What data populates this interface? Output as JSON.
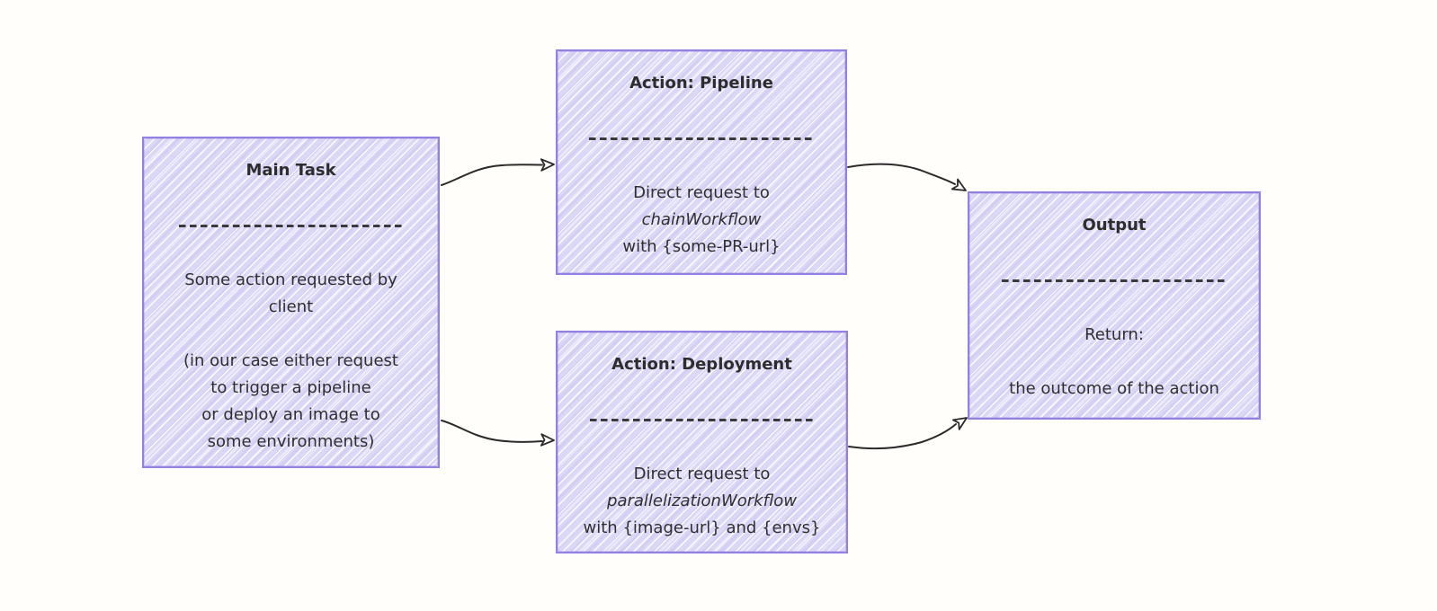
{
  "diagram": {
    "background": "#fffefb",
    "node_fill": "#dbd7f6",
    "node_border": "#9480e2",
    "text_color": "#2f2f2f",
    "arrow_color": "#2b2b2b"
  },
  "nodes": {
    "main_task": {
      "title": "Main Task",
      "lines": [
        "Some action requested by",
        "client",
        "",
        "(in our case either request",
        "to trigger a pipeline",
        "or deploy an image to",
        "some environments)"
      ]
    },
    "action_pipeline": {
      "title": "Action: Pipeline",
      "lines": [
        "Direct request to",
        "chainWorkflow",
        "with {some-PR-url}"
      ]
    },
    "action_deployment": {
      "title": "Action: Deployment",
      "lines": [
        "Direct request to",
        "parallelizationWorkflow",
        "with {image-url} and {envs}"
      ]
    },
    "output": {
      "title": "Output",
      "lines": [
        "Return:",
        "",
        "the outcome of the action"
      ]
    }
  },
  "edges": [
    {
      "from": "main_task",
      "to": "action_pipeline"
    },
    {
      "from": "main_task",
      "to": "action_deployment"
    },
    {
      "from": "action_pipeline",
      "to": "output"
    },
    {
      "from": "action_deployment",
      "to": "output"
    }
  ]
}
